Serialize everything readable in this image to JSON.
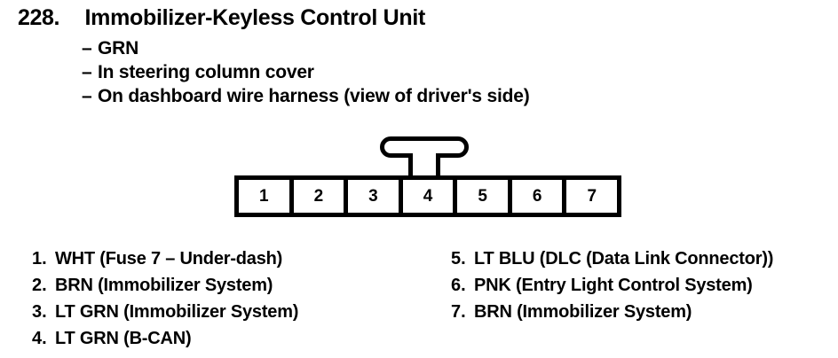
{
  "document": {
    "entry_number": "228.",
    "title": "Immobilizer-Keyless Control Unit",
    "bullet_marker": "–",
    "bullets": [
      {
        "text": "GRN"
      },
      {
        "text": "In steering column cover"
      },
      {
        "text": "On dashboard wire harness (view of driver's side)"
      }
    ]
  },
  "connector": {
    "cavity_count": 7,
    "latch_tab_position": "top-center",
    "cavities": [
      {
        "number": "1"
      },
      {
        "number": "2"
      },
      {
        "number": "3"
      },
      {
        "number": "4"
      },
      {
        "number": "5"
      },
      {
        "number": "6"
      },
      {
        "number": "7"
      }
    ]
  },
  "pin_legend": {
    "left_column": [
      {
        "index": "1.",
        "label": "WHT (Fuse 7 – Under-dash)"
      },
      {
        "index": "2.",
        "label": "BRN (Immobilizer System)"
      },
      {
        "index": "3.",
        "label": "LT GRN (Immobilizer System)"
      },
      {
        "index": "4.",
        "label": "LT GRN (B-CAN)"
      }
    ],
    "right_column": [
      {
        "index": "5.",
        "label": "LT BLU (DLC (Data Link Connector))"
      },
      {
        "index": "6.",
        "label": "PNK (Entry Light Control System)"
      },
      {
        "index": "7.",
        "label": "BRN (Immobilizer System)"
      }
    ]
  },
  "colors": {
    "ink": "#000000",
    "paper": "#ffffff"
  }
}
